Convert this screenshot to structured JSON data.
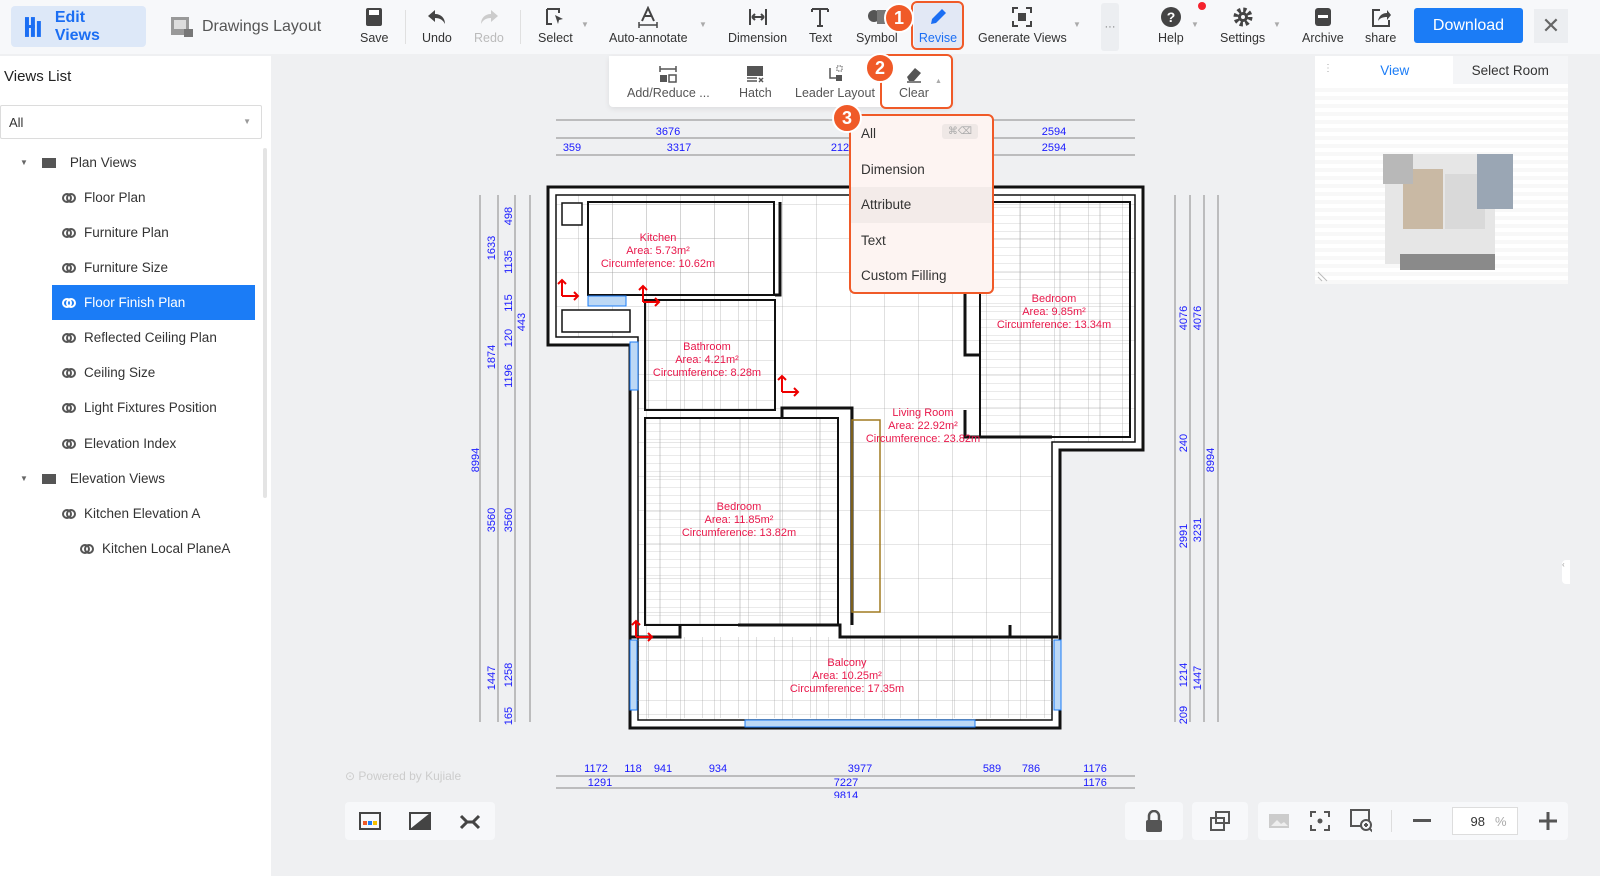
{
  "topbar": {
    "mode_tabs": [
      {
        "label": "Edit Views"
      },
      {
        "label": "Drawings Layout"
      }
    ],
    "tools": {
      "save": "Save",
      "undo": "Undo",
      "redo": "Redo",
      "select": "Select",
      "auto_annotate": "Auto-annotate",
      "dimension": "Dimension",
      "text": "Text",
      "symbol": "Symbol",
      "revise": "Revise",
      "generate_views": "Generate Views",
      "more": "···",
      "help": "Help",
      "settings": "Settings",
      "archive": "Archive",
      "share": "share"
    },
    "download": "Download",
    "close": "✕"
  },
  "badges": [
    "1",
    "2",
    "3"
  ],
  "subtoolbar": {
    "add_reduce": "Add/Reduce ...",
    "hatch": "Hatch",
    "leader_layout": "Leader Layout",
    "clear": "Clear"
  },
  "clear_menu": {
    "items": [
      "All",
      "Dimension",
      "Attribute",
      "Text",
      "Custom Filling"
    ],
    "shortcut": "⌘⌫",
    "hovered": "Attribute"
  },
  "sidebar": {
    "title": "Views List",
    "filter": "All",
    "tree": [
      {
        "label": "Plan Views",
        "type": "folder"
      },
      {
        "label": "Floor Plan",
        "type": "view"
      },
      {
        "label": "Furniture Plan",
        "type": "view"
      },
      {
        "label": "Furniture Size",
        "type": "view"
      },
      {
        "label": "Floor Finish Plan",
        "type": "view",
        "selected": true
      },
      {
        "label": "Reflected Ceiling Plan",
        "type": "view"
      },
      {
        "label": "Ceiling Size",
        "type": "view"
      },
      {
        "label": "Light Fixtures Position",
        "type": "view"
      },
      {
        "label": "Elevation Index",
        "type": "view"
      },
      {
        "label": "Elevation Views",
        "type": "folder"
      },
      {
        "label": "Kitchen Elevation A",
        "type": "view"
      },
      {
        "label": "Kitchen Local PlaneA",
        "type": "view"
      }
    ]
  },
  "minimap": {
    "tabs": [
      "View",
      "Select Room"
    ],
    "active": "View"
  },
  "plan": {
    "rooms": [
      {
        "name": "Kitchen",
        "area": "Area: 5.73m²",
        "circ": "Circumference: 10.62m"
      },
      {
        "name": "Bathroom",
        "area": "Area: 4.21m²",
        "circ": "Circumference: 8.28m"
      },
      {
        "name": "Bedroom",
        "area": "Area: 11.85m²",
        "circ": "Circumference: 13.82m"
      },
      {
        "name": "Living Room",
        "area": "Area: 22.92m²",
        "circ": "Circumference: 23.82m"
      },
      {
        "name": "Bedroom",
        "area": "Area: 9.85m²",
        "circ": "Circumference: 13.34m"
      },
      {
        "name": "Balcony",
        "area": "Area: 10.25m²",
        "circ": "Circumference: 17.35m"
      }
    ],
    "dims_top": [
      "3676",
      "2594",
      "359",
      "3317",
      "212",
      "2594"
    ],
    "dims_bottom": [
      "1172",
      "118",
      "941",
      "934",
      "3977",
      "589",
      "786",
      "1176",
      "1291",
      "7227",
      "1176",
      "9814"
    ],
    "dims_left": [
      "8994",
      "1633",
      "1874",
      "3560",
      "1447",
      "498",
      "1135",
      "115",
      "120",
      "1196",
      "3560",
      "1258",
      "165",
      "443"
    ],
    "dims_right": [
      "4076",
      "240",
      "2991",
      "1214",
      "209",
      "4076",
      "3231",
      "1447",
      "8994"
    ],
    "colors": {
      "dim": "#1a1aff",
      "label": "#e8174a",
      "wall": "#111111",
      "accent": "#1b7cf6",
      "highlight": "#f05a28"
    }
  },
  "watermark": "Powered by Kujiale",
  "zoom": {
    "value": "98",
    "unit": "%"
  }
}
